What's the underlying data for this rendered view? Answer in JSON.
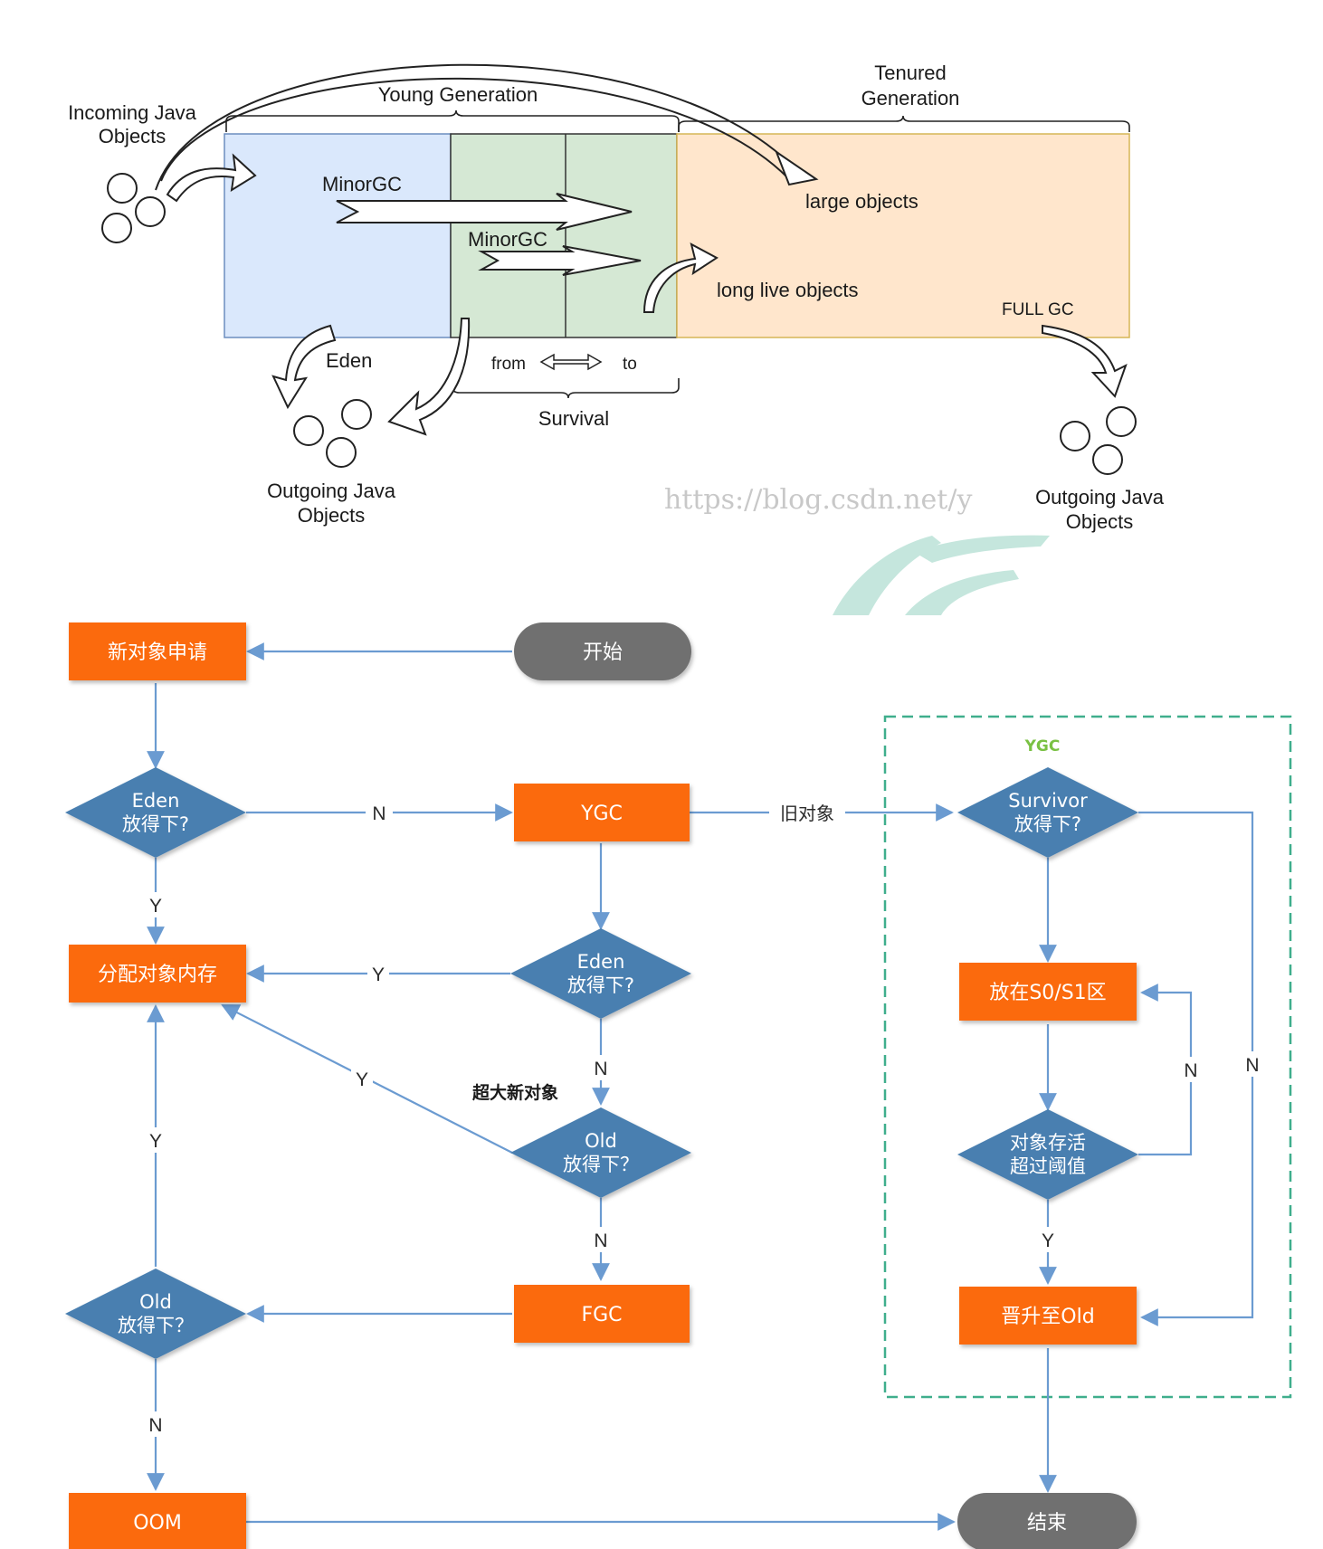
{
  "memory_diagram": {
    "incoming": [
      "Incoming Java",
      "Objects"
    ],
    "young_generation": "Young Generation",
    "tenured": [
      "Tenured",
      "Generation"
    ],
    "minor_gc_1": "MinorGC",
    "minor_gc_2": "MinorGC",
    "large_objects": "large objects",
    "long_live_objects": "long live objects",
    "full_gc": "FULL GC",
    "eden": "Eden",
    "from": "from",
    "to": "to",
    "survival": "Survival",
    "outgoing_left": [
      "Outgoing Java",
      "Objects"
    ],
    "outgoing_right": [
      "Outgoing Java",
      "Objects"
    ],
    "watermark": "https://blog.csdn.net/y",
    "colors": {
      "eden": "#dae8fc",
      "survivor": "#d5e8d4",
      "tenured": "#ffe6cc",
      "tenured_border": "#d6b656"
    }
  },
  "flowchart": {
    "nodes": {
      "start": "开始",
      "new_object": "新对象申请",
      "eden_fit_1": [
        "Eden",
        "放得下?"
      ],
      "ygc": "YGC",
      "survivor_fit": [
        "Survivor",
        "放得下?"
      ],
      "allocate": "分配对象内存",
      "eden_fit_2": [
        "Eden",
        "放得下?"
      ],
      "s0s1": "放在S0/S1区",
      "old_fit_1": [
        "Old",
        "放得下？"
      ],
      "age_threshold": [
        "对象存活",
        "超过阈值"
      ],
      "old_fit_2": [
        "Old",
        "放得下？"
      ],
      "fgc": "FGC",
      "promote": "晋升至Old",
      "oom": "OOM",
      "end": "结束"
    },
    "edge_labels": {
      "eden1_n": "N",
      "old_objects": "旧对象",
      "eden1_y": "Y",
      "eden2_y": "Y",
      "eden2_n": "N",
      "huge_object": "超大新对象",
      "old1_y": "Y",
      "old1_n": "N",
      "old2_y": "Y",
      "old2_n": "N",
      "s0s1_n": "N",
      "survivor_n": "N",
      "age_y": "Y"
    },
    "ygc_region_label": "YGC",
    "colors": {
      "process": "#fb6a0e",
      "decision": "#4a7fb0",
      "terminal": "#707070",
      "line": "#6b9bd1",
      "region": "#3fae8c"
    }
  }
}
